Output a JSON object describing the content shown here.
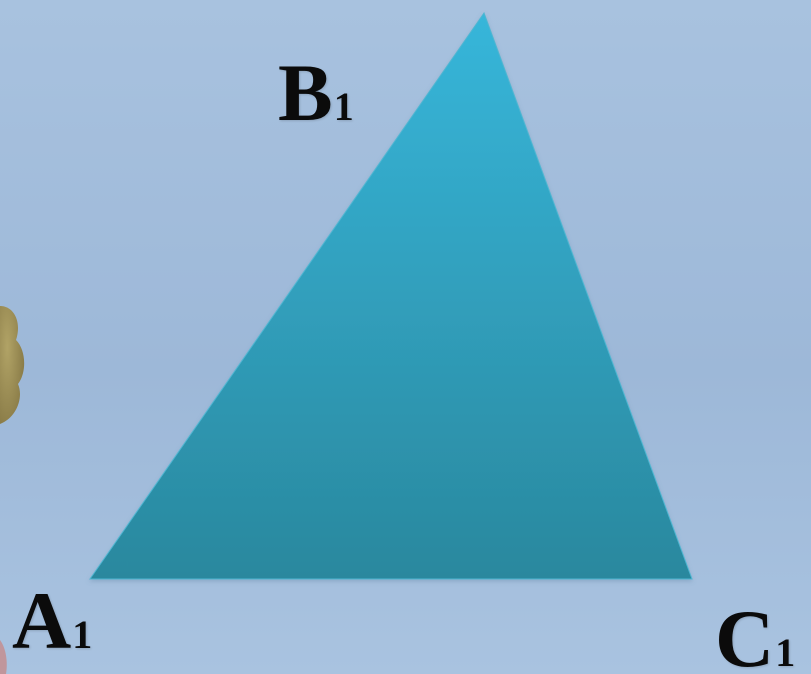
{
  "vertices": {
    "a": {
      "letter": "A",
      "subscript": "1"
    },
    "b": {
      "letter": "B",
      "subscript": "1"
    },
    "c": {
      "letter": "C",
      "subscript": "1"
    }
  },
  "colors": {
    "background": "#a3bddc",
    "triangle_top": "#37b4d6",
    "triangle_bottom": "#2b8aa0",
    "label": "#0b0b0b",
    "decor_shape": "#9b8d52"
  }
}
